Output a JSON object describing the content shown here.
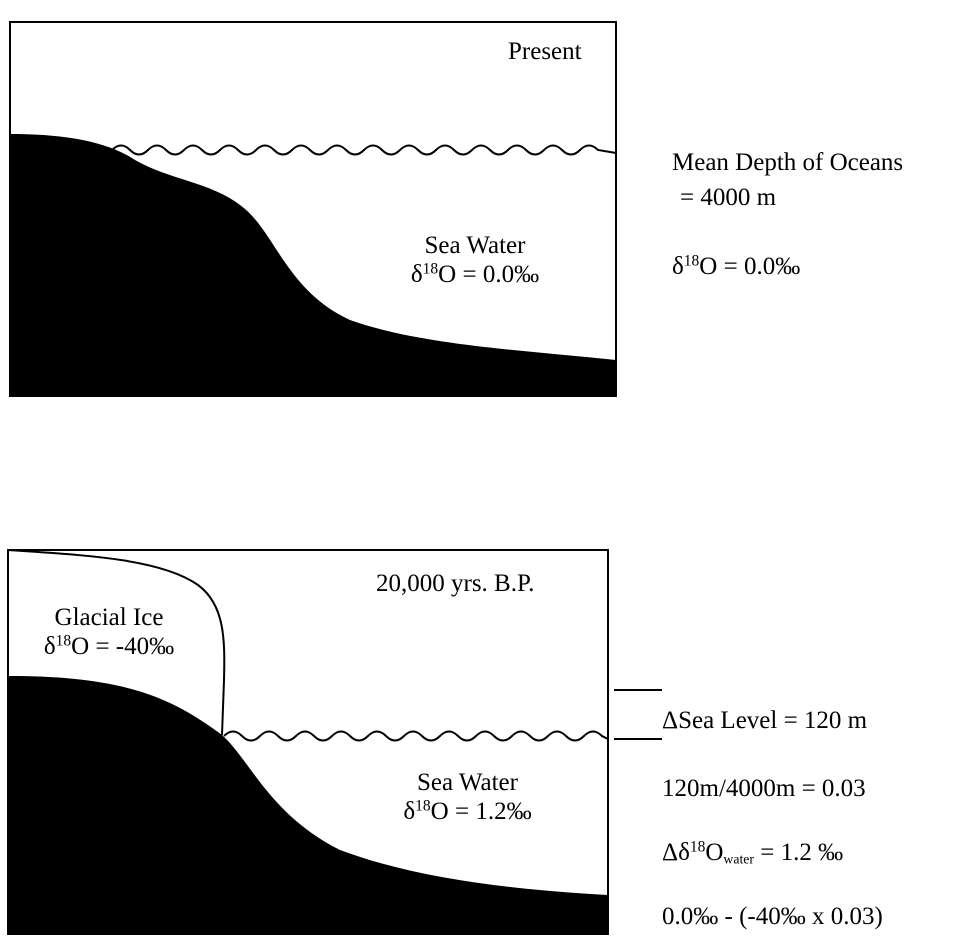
{
  "top_panel": {
    "label": "Present",
    "sea_water": {
      "name": "Sea Water",
      "delta_symbol": "δ",
      "isotope_mass": "18",
      "isotope_element": "O",
      "value": " = 0.0‰"
    }
  },
  "top_side": {
    "line1": "Mean Depth of Oceans",
    "line2": "=  4000 m",
    "delta_symbol": "δ",
    "isotope_mass": "18",
    "isotope_element": "O",
    "value": " = 0.0‰"
  },
  "bottom_panel": {
    "label": "20,000 yrs. B.P.",
    "glacial_ice": {
      "name": "Glacial Ice",
      "delta_symbol": "δ",
      "isotope_mass": "18",
      "isotope_element": "O",
      "value": " = -40‰"
    },
    "sea_water": {
      "name": "Sea Water",
      "delta_symbol": "δ",
      "isotope_mass": "18",
      "isotope_element": "O",
      "value": " = 1.2‰"
    }
  },
  "bottom_side": {
    "sea_level_change": "ΔSea Level = 120 m",
    "ratio": "120m/4000m = 0.03",
    "delta_water_prefix": "Δδ",
    "delta_water_mass": "18",
    "delta_water_element": "O",
    "delta_water_sub": "water",
    "delta_water_value": " =  1.2 ‰",
    "calculation": "0.0‰ - (-40‰  x  0.03)"
  }
}
